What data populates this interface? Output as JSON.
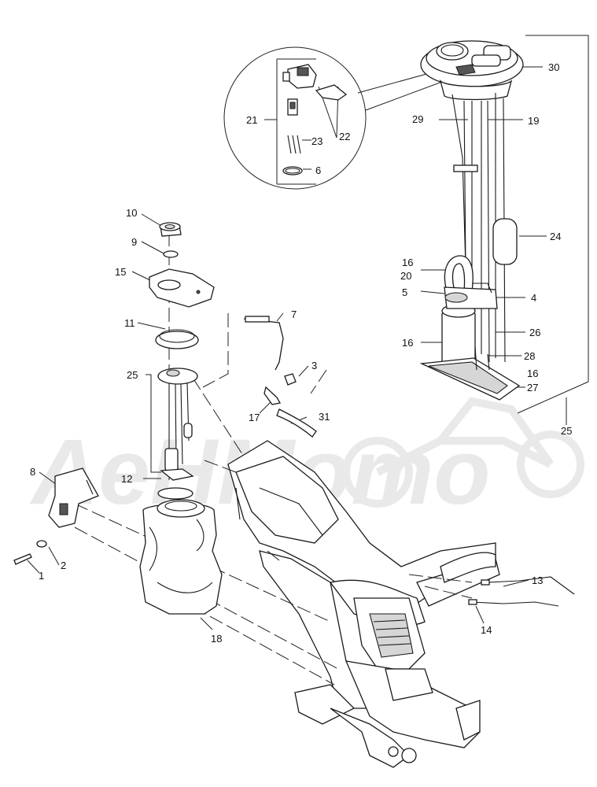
{
  "watermark": {
    "text": "AeHMomo",
    "color": "#e6e6e6"
  },
  "callouts": [
    {
      "id": "30",
      "text": "30"
    },
    {
      "id": "29",
      "text": "29"
    },
    {
      "id": "19",
      "text": "19"
    },
    {
      "id": "21",
      "text": "21"
    },
    {
      "id": "22",
      "text": "22"
    },
    {
      "id": "23",
      "text": "23"
    },
    {
      "id": "6",
      "text": "6"
    },
    {
      "id": "10",
      "text": "10"
    },
    {
      "id": "9",
      "text": "9"
    },
    {
      "id": "15",
      "text": "15"
    },
    {
      "id": "24",
      "text": "24"
    },
    {
      "id": "16a",
      "text": "16"
    },
    {
      "id": "20",
      "text": "20"
    },
    {
      "id": "5",
      "text": "5"
    },
    {
      "id": "4",
      "text": "4"
    },
    {
      "id": "7",
      "text": "7"
    },
    {
      "id": "11",
      "text": "11"
    },
    {
      "id": "26",
      "text": "26"
    },
    {
      "id": "16b",
      "text": "16"
    },
    {
      "id": "3",
      "text": "3"
    },
    {
      "id": "28",
      "text": "28"
    },
    {
      "id": "25a",
      "text": "25"
    },
    {
      "id": "16c",
      "text": "16"
    },
    {
      "id": "27",
      "text": "27"
    },
    {
      "id": "17",
      "text": "17"
    },
    {
      "id": "31",
      "text": "31"
    },
    {
      "id": "25b",
      "text": "25"
    },
    {
      "id": "8",
      "text": "8"
    },
    {
      "id": "12",
      "text": "12"
    },
    {
      "id": "2",
      "text": "2"
    },
    {
      "id": "1",
      "text": "1"
    },
    {
      "id": "13",
      "text": "13"
    },
    {
      "id": "18",
      "text": "18"
    },
    {
      "id": "14",
      "text": "14"
    }
  ]
}
